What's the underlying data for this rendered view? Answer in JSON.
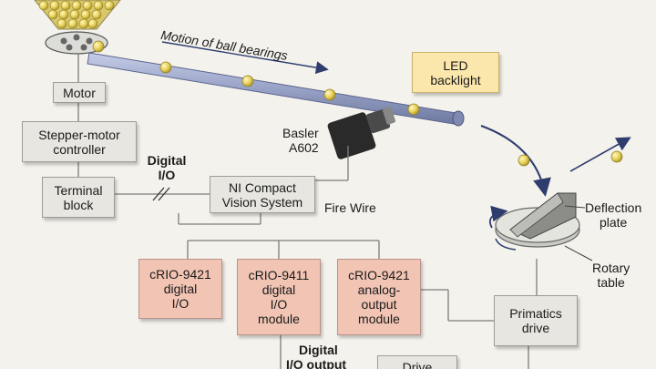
{
  "labels": {
    "motion": "Motion of ball bearings",
    "led": [
      "LED",
      "backlight"
    ],
    "camera": [
      "Basler",
      "A602"
    ],
    "motor": "Motor",
    "stepper": [
      "Stepper-motor",
      "controller"
    ],
    "digital_io": [
      "Digital",
      "I/O"
    ],
    "terminal": [
      "Terminal",
      "block"
    ],
    "compact_vision": [
      "NI Compact",
      "Vision System"
    ],
    "firewire": "Fire Wire",
    "crio9421a": [
      "cRIO-9421",
      "digital",
      "I/O"
    ],
    "crio9411": [
      "cRIO-9411",
      "digital",
      "I/O",
      "module"
    ],
    "crio9421b": [
      "cRIO-9421",
      "analog-",
      "output",
      "module"
    ],
    "primatics": [
      "Primatics",
      "drive"
    ],
    "deflection": [
      "Deflection",
      "plate"
    ],
    "rotary": [
      "Rotary",
      "table"
    ],
    "digital_io_output": [
      "Digital",
      "I/O output"
    ],
    "drive": "Drive"
  },
  "colors": {
    "gray_box": "#e7e6e0",
    "pink_box": "#f2c4b4",
    "yellow_box": "#fbe6ab",
    "ball": "#e8d25a",
    "track": "#9aa3c4",
    "arrow": "#3a4a7a"
  }
}
